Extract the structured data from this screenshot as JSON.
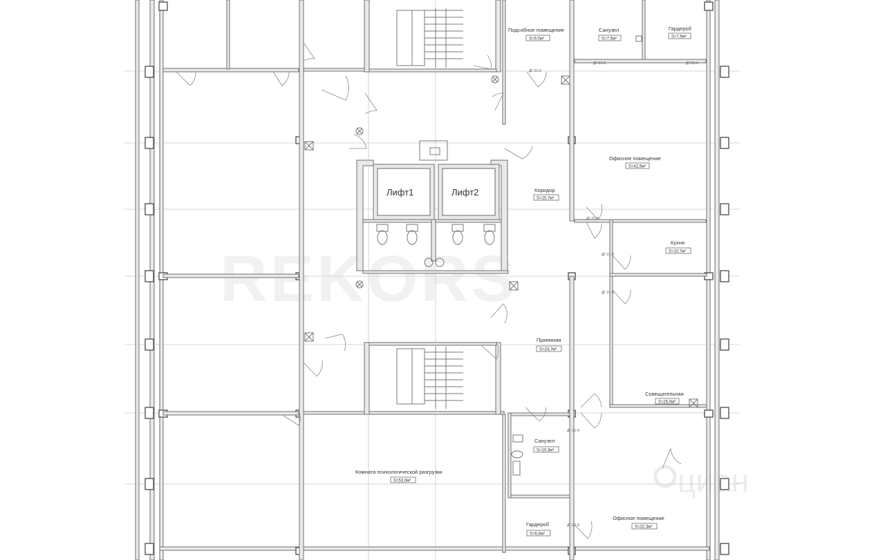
{
  "rooms": {
    "podsob": {
      "name": "Подсобное помещение",
      "area": "S=9,0м²"
    },
    "sanuzel1": {
      "name": "Санузел",
      "area": "S=7,5м²"
    },
    "garderob1": {
      "name": "Гардероб",
      "area": "S=7,6м²"
    },
    "office1": {
      "name": "Офисное помещение",
      "area": "S=42,5м²"
    },
    "koridor": {
      "name": "Коридор",
      "area": "S=15,7м²"
    },
    "kuhnya": {
      "name": "Кухня",
      "area": "S=10,7м²"
    },
    "priemnaya": {
      "name": "Приемная",
      "area": "S=24,7м²"
    },
    "soveshch": {
      "name": "Совещательная",
      "area": "S=26,0м²"
    },
    "sanuzel2": {
      "name": "Санузел",
      "area": "S=10,3м²"
    },
    "komnata": {
      "name": "Комната психологической разгрузки",
      "area": "S=53,0м²"
    },
    "garderob2": {
      "name": "Гардероб",
      "area": "S=6,8м²"
    },
    "office2": {
      "name": "Офисное помещение",
      "area": "S=32,3м²"
    }
  },
  "lifts": {
    "lift1": "Лифт1",
    "lift2": "Лифт2"
  },
  "door_marks": {
    "m1": "ДГ-21-9",
    "m2": "ДГ-21-8",
    "m3": "ДГ-21-9",
    "m4": "ДГ-21-8",
    "m5": "ДГ-21-9",
    "m6": "ДГ-21-9",
    "m7": "ДГ-21-9",
    "m8": "ДГ-21-9"
  },
  "watermarks": {
    "brand": "REKORS",
    "site": "циан"
  }
}
